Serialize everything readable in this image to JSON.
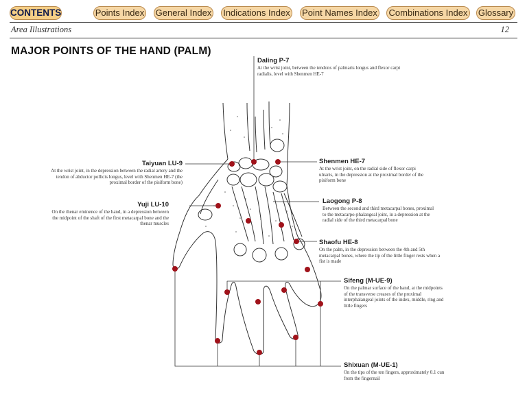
{
  "nav": {
    "contents": "CONTENTS",
    "points_index": "Points Index",
    "general_index": "General Index",
    "indications_index": "Indications Index",
    "point_names_index": "Point Names Index",
    "combinations_index": "Combinations Index",
    "glossary": "Glossary"
  },
  "header": {
    "section": "Area Illustrations",
    "page_number": "12"
  },
  "page_title": "MAJOR POINTS OF THE HAND (PALM)",
  "points": [
    {
      "name": "Daling P-7",
      "description": "At the wrist joint, between the tendons of palmaris longus and flexor carpi radialis, level with Shenmen HE-7"
    },
    {
      "name": "Taiyuan LU-9",
      "description": "At the wrist joint, in the depression between the radial artery and the tendon of abductor pollicis longus, level with Shenmen HE-7 (the proximal border of the pisiform bone)"
    },
    {
      "name": "Shenmen HE-7",
      "description": "At the wrist joint, on the radial side of flexor carpi ulnaris, in the depression at the proximal border of the pisiform bone"
    },
    {
      "name": "Yuji LU-10",
      "description": "On the thenar eminence of the hand, in a depression between the midpoint of the shaft of the first metacarpal bone and the thenar muscles"
    },
    {
      "name": "Laogong P-8",
      "description": "Between the second and third metacarpal bones, proximal to the metacarpo-phalangeal joint, in a depression at the radial side of the third metacarpal bone"
    },
    {
      "name": "Shaofu HE-8",
      "description": "On the palm, in the depression between the 4th and 5th metacarpal bones, where the tip of the little finger rests when a fist is made"
    },
    {
      "name": "Sifeng (M-UE-9)",
      "description": "On the palmar surface of the hand, at the midpoints of the transverse creases of the proximal interphalangeal joints of the index, middle, ring and little fingers"
    },
    {
      "name": "Shixuan (M-UE-1)",
      "description": "On the tips of the ten fingers, approximately 0.1 cun from the fingernail"
    }
  ],
  "colors": {
    "nav_fill": "#f6d7a5",
    "nav_border": "#b98a4e",
    "point_marker": "#a0121a",
    "line": "#333333"
  }
}
